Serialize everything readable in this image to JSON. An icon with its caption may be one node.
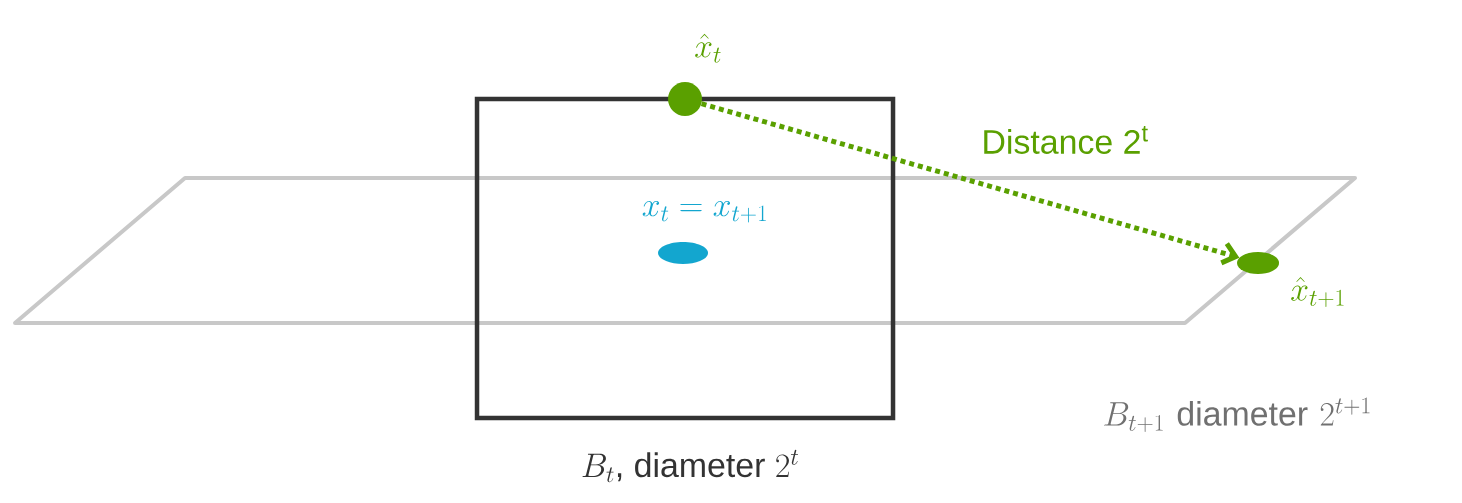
{
  "diagram": {
    "nodes": [
      {
        "text": [
          "B_t\\text{, diameter }2^t"
        ]
      },
      {
        "text": [],
        "shape": "ellipse",
        "in": 0
      },
      {
        "text": [],
        "shape": "circle",
        "beside": [
          "\\hat{x}_t"
        ]
      },
      {
        "text": [],
        "shape": "ellipse",
        "beside": [
          "\\hat{x}_{t+1}"
        ]
      }
    ],
    "edges": [
      {
        "from": 2,
        "to": 3,
        "arrow": "to",
        "label": "Distance 2$^{t}$",
        "style": "dashed",
        "color": "#5aa000"
      }
    ],
    "labels": [
      "x_t = x_{t+1}",
      "B_{t+1}\\ \\text{diameter}\\ 2^{t+1}"
    ]
  }
}
